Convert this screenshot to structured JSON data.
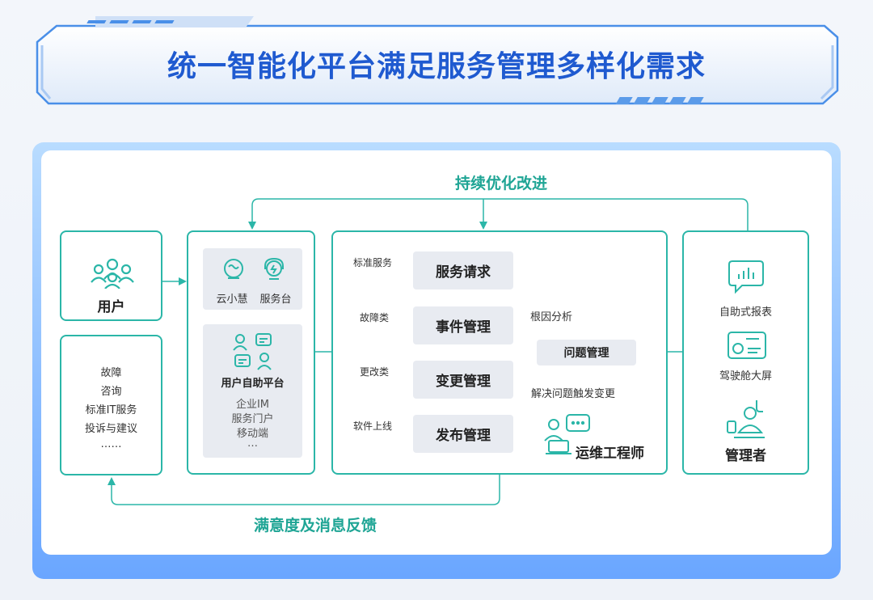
{
  "title": "统一智能化平台满足服务管理多样化需求",
  "loop_top": "持续优化改进",
  "loop_bottom": "满意度及消息反馈",
  "user": {
    "label": "用户",
    "requests": [
      "故障",
      "咨询",
      "标准IT服务",
      "投诉与建议",
      "……"
    ]
  },
  "channels": {
    "bot": "云小慧",
    "desk": "服务台",
    "self_service": {
      "title": "用户自助平台",
      "items": [
        "企业IM",
        "服务门户",
        "移动端",
        "…"
      ]
    }
  },
  "routes": [
    "标准服务",
    "故障类",
    "更改类",
    "软件上线"
  ],
  "services": [
    "服务请求",
    "事件管理",
    "变更管理",
    "发布管理"
  ],
  "problem": {
    "label": "问题管理",
    "root_cause": "根因分析",
    "resolve": "解决问题触发变更"
  },
  "engineer": "运维工程师",
  "outputs": {
    "report": "自助式报表",
    "cockpit": "驾驶舱大屏",
    "manager": "管理者"
  },
  "colors": {
    "accent": "#2bb6a8",
    "title": "#1f5ad0",
    "panel": "#6aa6ff"
  }
}
